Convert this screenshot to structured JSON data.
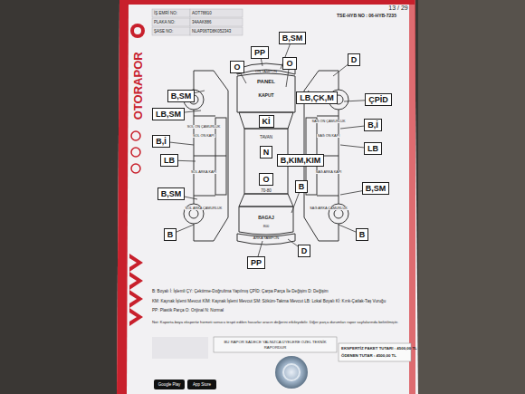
{
  "diagram": {
    "nodes": [
      {
        "text": [
          "B,SM"
        ]
      },
      {
        "text": [
          "PP"
        ]
      },
      {
        "text": [
          "D"
        ]
      },
      {
        "text": [
          "O"
        ]
      },
      {
        "text": [
          "O"
        ]
      },
      {
        "text": [
          "B,SM"
        ]
      },
      {
        "text": [
          "LB,ÇK,M"
        ]
      },
      {
        "text": [
          "ÇPİD"
        ]
      },
      {
        "text": [
          "LB,SM"
        ]
      },
      {
        "text": [
          "Kİ"
        ]
      },
      {
        "text": [
          "B,İ"
        ]
      },
      {
        "text": [
          "B,İ"
        ]
      },
      {
        "text": [
          "LB"
        ]
      },
      {
        "text": [
          "N"
        ]
      },
      {
        "text": [
          "B,KIM,KIM"
        ]
      },
      {
        "text": [
          "LB"
        ]
      },
      {
        "text": [
          "O"
        ]
      },
      {
        "text": [
          "B"
        ]
      },
      {
        "text": [
          "B,SM"
        ]
      },
      {
        "text": [
          "B,SM"
        ]
      },
      {
        "text": [
          "B"
        ]
      },
      {
        "text": [
          "B"
        ]
      },
      {
        "text": [
          "D"
        ]
      },
      {
        "text": [
          "PP"
        ]
      }
    ],
    "labels": [
      "13 / 29",
      "TSE-HYB NO : 06-HYB-7235",
      "İŞ EMRİ NO:",
      "AOT78810",
      "PLAKA NO:",
      "34AAK886",
      "ŞASE NO:",
      "NLAP06TD8K052343",
      "OTORAPOR",
      "ÖN TAMPON",
      "PANEL",
      "KAPUT",
      "SOL ÖN ÇAMURLUK",
      "SOL ÖN KAPI",
      "SOL ARKA KAPI",
      "SOL ARKA ÇAMURLUK",
      "SAĞ ÖN ÇAMURLUK",
      "SAĞ ÖN KAPI",
      "SAĞ ARKA KAPI",
      "SAĞ ARKA ÇAMURLUK",
      "TAVAN",
      "70-80",
      "BAGAJ",
      "800",
      "ARKA TAMPON",
      "B: Boyalı  İ: İşlemli  ÇY: Çektirme-Doğrultma Yapılmış  ÇPİD: Çarpa Parça İle Değişim  D: Değişim",
      "KM: Kaynak İşlemi Mevcut  KİM: Kaynak İşlemi Mevcut  SM: Söküm-Takma Mevcut  LB: Lokal Boyalı  Kİ: Kırık-Çatlak-Taş Vuruğu",
      "PP: Plastik Parça  O: Orijinal  N: Normal",
      "Not: Kaporta-boya ekspertiz hizmeti sonucu tespit edilen hasarlar aracın değerini etkileyebilir. Diğer parça durumları rapor sayfalarında belirtilmiştir.",
      "BU RAPOR SADECE YALNIZCA ÜYELERE ÖZEL TEKNİK RAPORDUR",
      "EKSPERTİZ PAKET TUTARI : 4500,00 TL",
      "ÖDENEN TUTAR : 4500,00 TL",
      "Google Play",
      "App Store"
    ]
  }
}
